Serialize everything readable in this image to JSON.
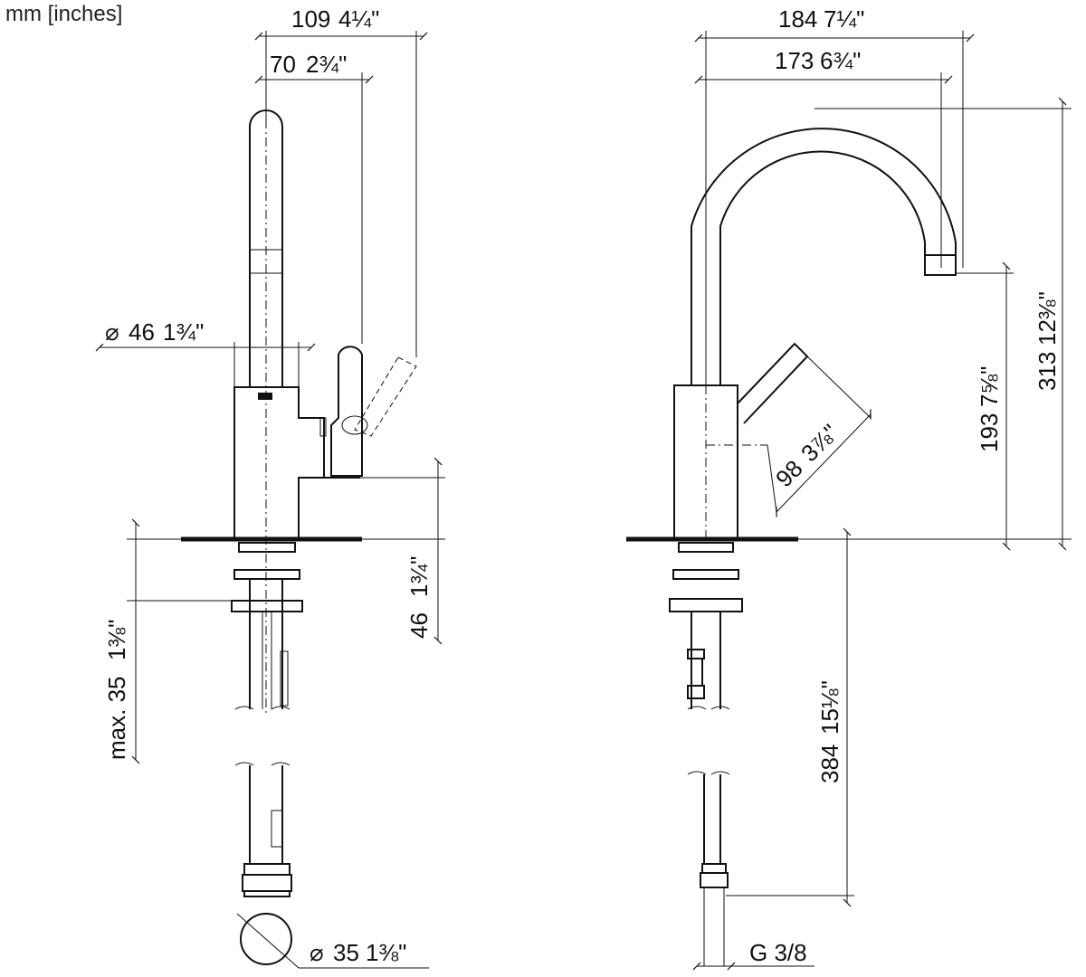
{
  "units_label": "mm [inches]",
  "dimensions": {
    "side_width_total": "109",
    "side_width_total_in": "4¼\"",
    "side_to_lever": "70",
    "side_to_lever_in": "2¾\"",
    "body_diameter": "46",
    "body_diameter_in": "1¾\"",
    "body_step_height": "46",
    "body_step_height_in": "1¾\"",
    "max_thickness": "max. 35",
    "max_thickness_in": "1⅜\"",
    "hole_diameter": "35",
    "hole_diameter_in": "1⅜\"",
    "reach_total": "184",
    "reach_total_in": "7¼\"",
    "reach_spout": "173",
    "reach_spout_in": "6¾\"",
    "overall_height": "313",
    "overall_height_in": "12⅜\"",
    "spout_clearance": "193",
    "spout_clearance_in": "7⅝\"",
    "lever_length": "98",
    "lever_length_in": "3⅞\"",
    "hose_length": "384",
    "hose_length_in": "15⅛\"",
    "thread": "G 3/8"
  }
}
